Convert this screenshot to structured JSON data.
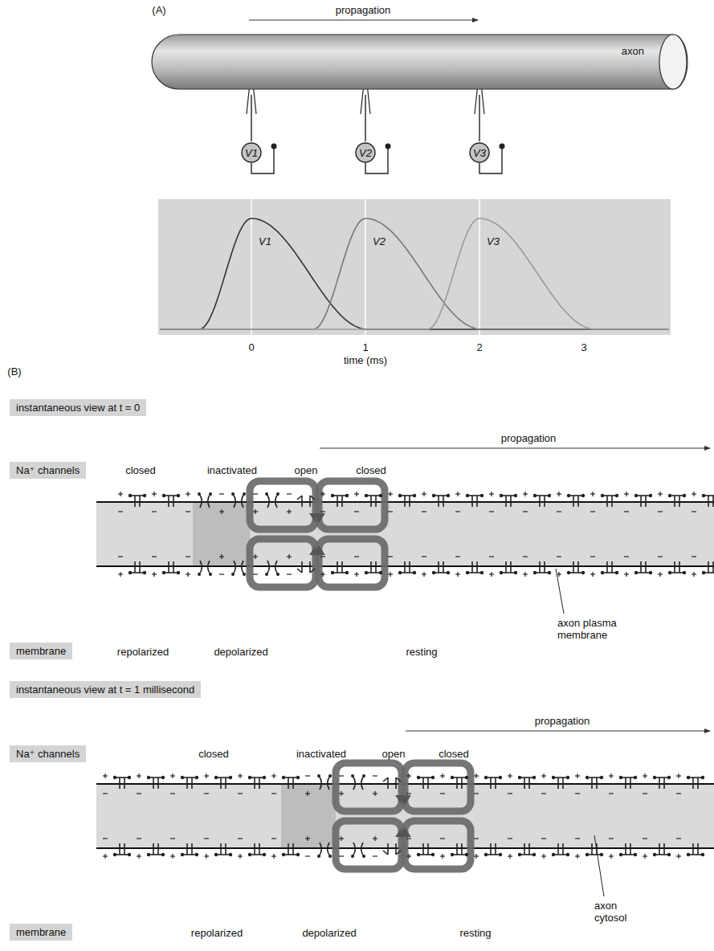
{
  "diagram": {
    "nodes": [
      {
        "text": [
          "axon"
        ]
      },
      {
        "text": [
          "V1"
        ]
      },
      {
        "text": [
          "V2"
        ]
      },
      {
        "text": [
          "V3"
        ]
      },
      {
        "text": [
          "instantaneous view at t = 0"
        ]
      },
      {
        "text": [
          "Na⁺ channels"
        ]
      },
      {
        "text": [
          "membrane"
        ]
      },
      {
        "text": [
          "instantaneous view at t = 1 millisecond"
        ]
      },
      {
        "text": [
          "Na⁺ channels"
        ]
      },
      {
        "text": [
          "membrane"
        ]
      }
    ],
    "labels": [
      "(A)",
      "propagation",
      "V1",
      "V2",
      "V3",
      "0",
      "1",
      "2",
      "3",
      "time (ms)",
      "(B)",
      "propagation",
      "closed",
      "inactivated",
      "open",
      "closed",
      "repolarized",
      "depolarized",
      "resting",
      "axon plasma membrane",
      "propagation",
      "closed",
      "inactivated",
      "open",
      "closed",
      "repolarized",
      "depolarized",
      "resting",
      "axon cytosol"
    ]
  }
}
